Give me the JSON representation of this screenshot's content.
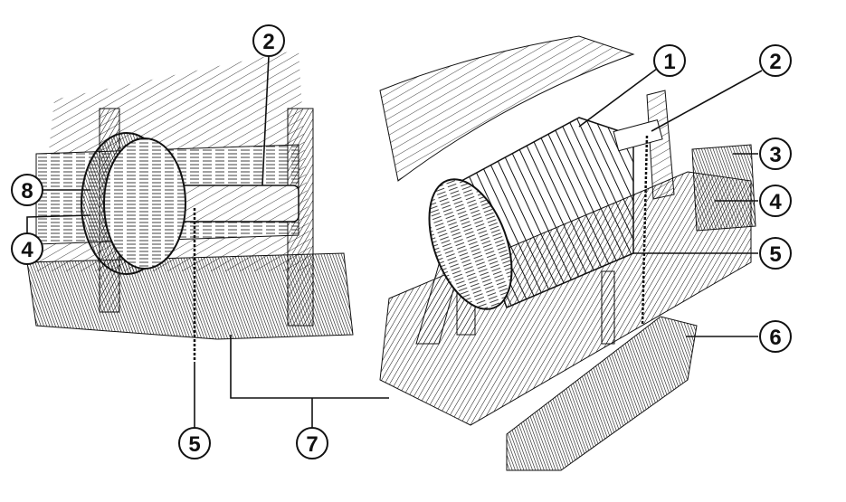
{
  "figure": {
    "callouts": {
      "left_2": "2",
      "left_8": "8",
      "left_4": "4",
      "left_5": "5",
      "center_7": "7",
      "right_1": "1",
      "right_2": "2",
      "right_3": "3",
      "right_4": "4",
      "right_5": "5",
      "right_6": "6"
    },
    "ink_color": "#111111",
    "paper_color": "#ffffff"
  }
}
